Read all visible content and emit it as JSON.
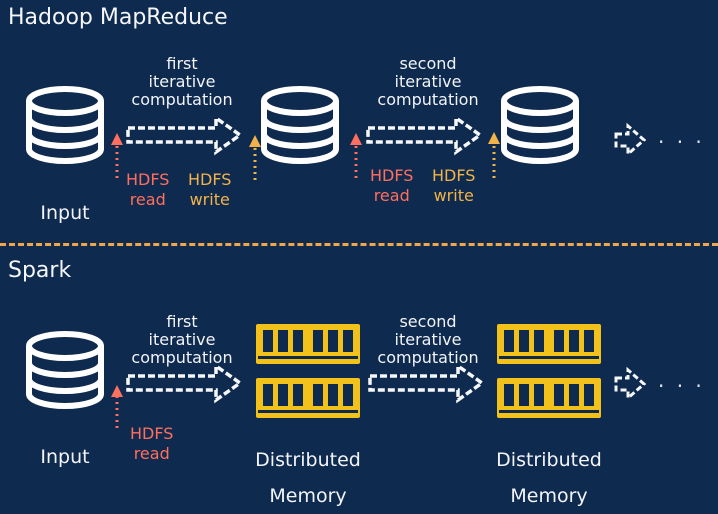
{
  "sections": {
    "hadoop": {
      "title": "Hadoop MapReduce",
      "input_label": "Input",
      "first_step": [
        "first",
        "iterative",
        "computation"
      ],
      "second_step": [
        "second",
        "iterative",
        "computation"
      ],
      "read_1": [
        "HDFS",
        "read"
      ],
      "write_1": [
        "HDFS",
        "write"
      ],
      "read_2": [
        "HDFS",
        "read"
      ],
      "write_2": [
        "HDFS",
        "write"
      ],
      "ellipsis": "· · ·"
    },
    "spark": {
      "title": "Spark",
      "input_label": "Input",
      "first_step": [
        "first",
        "iterative",
        "computation"
      ],
      "second_step": [
        "second",
        "iterative",
        "computation"
      ],
      "read_1": [
        "HDFS",
        "read"
      ],
      "memory_1": [
        "Distributed",
        "Memory"
      ],
      "memory_2": [
        "Distributed",
        "Memory"
      ],
      "ellipsis": "· · ·"
    }
  },
  "colors": {
    "background": "#0f2a4f",
    "read": "#ff6f5e",
    "write": "#f1b34a",
    "memory": "#f2c21b",
    "divider": "#f2a64a"
  }
}
